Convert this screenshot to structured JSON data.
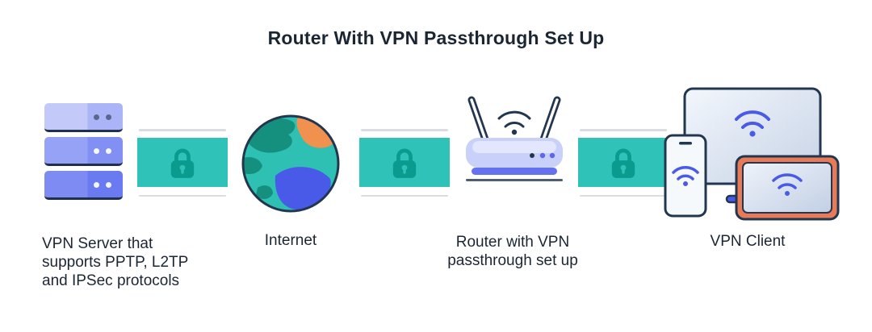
{
  "title": "Router With VPN Passthrough Set Up",
  "diagram": {
    "server": {
      "label_lines": [
        "VPN Server that",
        "supports PPTP, L2TP",
        "and IPSec protocols"
      ]
    },
    "internet": {
      "label": "Internet"
    },
    "router": {
      "label_lines": [
        "Router with VPN",
        "passthrough set up"
      ]
    },
    "client": {
      "label": "VPN Client"
    }
  },
  "icons": {
    "lock": "lock-icon",
    "globe": "internet-globe-icon",
    "wifi": "wifi-icon",
    "server": "server-stack-icon",
    "router": "router-icon",
    "devices": "client-devices-icon"
  },
  "colors": {
    "teal_band": "#2fc2b8",
    "lock_teal": "#0b9a8e",
    "indigo_accent": "#4a5ae8",
    "server_blue_light": "#aab4f6",
    "server_blue_mid": "#8290f3",
    "server_blue_dark": "#6a7af0",
    "router_body": "#c9d1fa",
    "tablet_orange": "#e87a58",
    "continent_green": "#15907f",
    "continent_orange": "#f0914f",
    "ocean_teal": "#2fc0b4",
    "outline_navy": "#23364f",
    "text": "#1c2633",
    "background": "#ffffff"
  }
}
